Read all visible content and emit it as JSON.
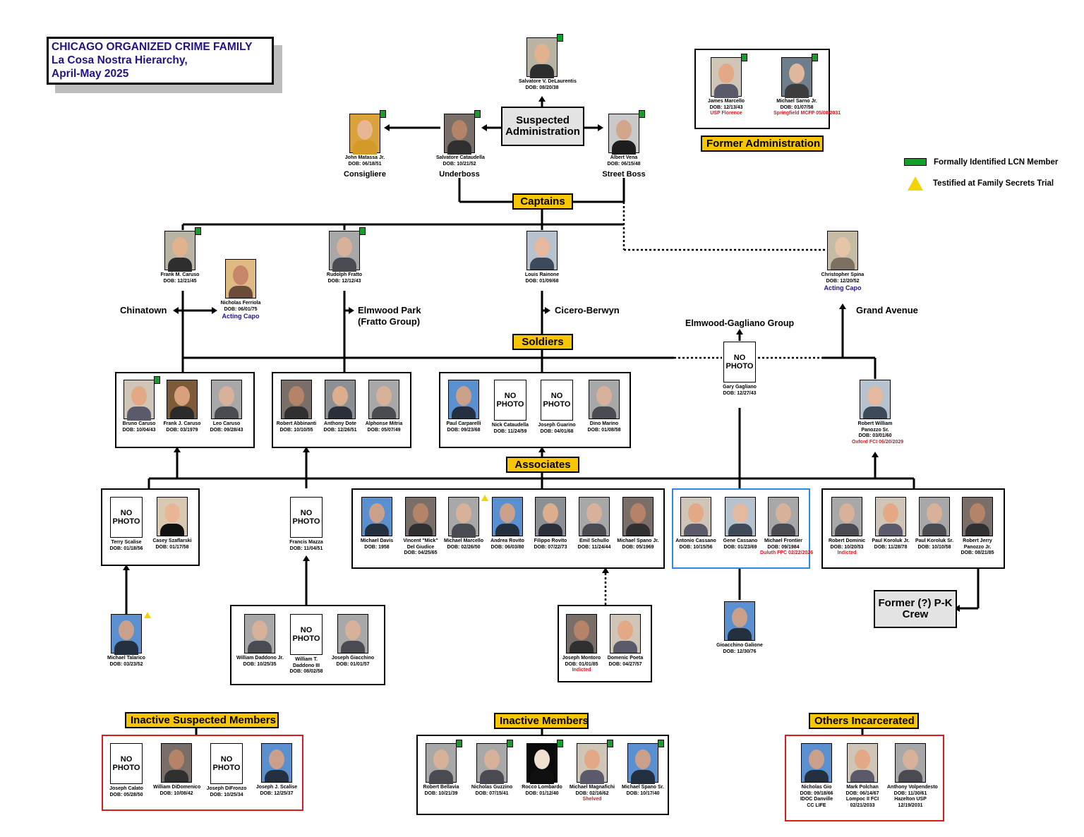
{
  "title": {
    "line1": "CHICAGO ORGANIZED CRIME FAMILY",
    "line2": "La Cosa Nostra Hierarchy,",
    "line3": "April-May 2025"
  },
  "legend": {
    "green_label": "Formally Identified LCN Member",
    "warn_label": "Testified at Family Secrets Trial"
  },
  "headers": {
    "suspected_admin": "Suspected Administration",
    "former_admin": "Former Administration",
    "captains": "Captains",
    "soldiers": "Soldiers",
    "associates": "Associates",
    "inactive_suspected": "Inactive Suspected Members",
    "inactive_members": "Inactive Members",
    "others_incarcerated": "Others Incarcerated",
    "former_pk": "Former (?) P-K Crew",
    "no_photo": "NO PHOTO"
  },
  "crews": {
    "chinatown": "Chinatown",
    "elmwood_park": "Elmwood Park",
    "elmwood_park_sub": "(Fratto Group)",
    "cicero": "Cicero-Berwyn",
    "elmwood_gagliano": "Elmwood-Gagliano Group",
    "grand_avenue": "Grand Avenue"
  },
  "people": {
    "delaurentis": {
      "name": "Salvatore V. DeLaurentis",
      "dob": "DOB: 08/20/38"
    },
    "matassa": {
      "name": "John Matassa Jr.",
      "dob": "DOB: 06/18/51",
      "role": "Consigliere"
    },
    "cataudella": {
      "name": "Salvatore Cataudella",
      "dob": "DOB: 10/21/52",
      "role": "Underboss"
    },
    "vena": {
      "name": "Albert Vena",
      "dob": "DOB: 06/15/48",
      "role": "Street Boss"
    },
    "j_marcello": {
      "name": "James Marcello",
      "dob": "DOB: 12/13/43",
      "note": "USP Florence"
    },
    "sarno": {
      "name": "Michael Sarno Jr.",
      "dob": "DOB: 01/07/58",
      "note": "Springfield MCFP 05/08/2031"
    },
    "fm_caruso": {
      "name": "Frank M. Caruso",
      "dob": "DOB: 12/21/45"
    },
    "ferriola": {
      "name": "Nicholas Ferriola",
      "dob": "DOB: 06/01/75",
      "acting": "Acting Capo"
    },
    "fratto": {
      "name": "Rudolph Fratto",
      "dob": "DOB: 12/12/43"
    },
    "rainone": {
      "name": "Louis Rainone",
      "dob": "DOB: 01/09/68"
    },
    "spina": {
      "name": "Christopher Spina",
      "dob": "DOB: 12/20/52",
      "acting": "Acting Capo"
    },
    "b_caruso": {
      "name": "Bruno Caruso",
      "dob": "DOB: 10/04/43"
    },
    "fj_caruso": {
      "name": "Frank J. Caruso",
      "dob": "DOB: 03/1979"
    },
    "l_caruso": {
      "name": "Leo Caruso",
      "dob": "DOB: 09/28/43"
    },
    "abbinanti": {
      "name": "Robert Abbinanti",
      "dob": "DOB: 10/10/55"
    },
    "dote": {
      "name": "Anthony Dote",
      "dob": "DOB: 12/26/51"
    },
    "mitria": {
      "name": "Alphonse Mitria",
      "dob": "DOB: 05/07/49"
    },
    "carparelli": {
      "name": "Paul Carparelli",
      "dob": "DOB: 09/23/68"
    },
    "n_cataudella": {
      "name": "Nick Cataudella",
      "dob": "DOB: 11/24/59"
    },
    "guarino": {
      "name": "Joseph Guarino",
      "dob": "DOB: 04/01/68"
    },
    "marino": {
      "name": "Dino Marino",
      "dob": "DOB: 01/08/58"
    },
    "gagliano": {
      "name": "Gary Gagliano",
      "dob": "DOB: 12/27/43"
    },
    "panozzo_sr": {
      "name": "Robert William",
      "name2": "Panozzo Sr.",
      "dob": "DOB: 03/01/60",
      "note": "Oxford FCI 06/20/2029"
    },
    "scalise_t": {
      "name": "Terry Scalise",
      "dob": "DOB: 01/18/56"
    },
    "szaflarski": {
      "name": "Casey Szaflarski",
      "dob": "DOB: 01/17/58"
    },
    "mazza": {
      "name": "Francis Mazza",
      "dob": "DOB: 11/04/51"
    },
    "davis": {
      "name": "Michael Davis",
      "dob": "DOB: 1958"
    },
    "del_giudice": {
      "name": "Vincent \"Mick\"",
      "name2": "Del Giudice",
      "dob": "DOB: 04/25/65"
    },
    "m_marcello": {
      "name": "Michael Marcello",
      "dob": "DOB: 02/26/50"
    },
    "a_rovito": {
      "name": "Andrea Rovito",
      "dob": "DOB: 06/03/80"
    },
    "f_rovito": {
      "name": "Filippo Rovito",
      "dob": "DOB: 07/22/73"
    },
    "schullo": {
      "name": "Emil Schullo",
      "dob": "DOB: 11/24/44"
    },
    "spano_jr": {
      "name": "Michael Spano Jr.",
      "dob": "DOB: 05/1969"
    },
    "a_cassano": {
      "name": "Antonio Cassano",
      "dob": "DOB: 10/15/56"
    },
    "g_cassano": {
      "name": "Gene Cassano",
      "dob": "DOB: 01/23/69"
    },
    "frontier": {
      "name": "Michael Frontier",
      "dob": "DOB: 09/1984",
      "note": "Duluth FPC 02/22/2026"
    },
    "dominic": {
      "name": "Robert Dominic",
      "dob": "DOB: 10/20/53",
      "note": "Indicted"
    },
    "koroluk_jr": {
      "name": "Paul Koroluk Jr.",
      "dob": "DOB: 11/28/78"
    },
    "koroluk_sr": {
      "name": "Paul Koroluk Sr.",
      "dob": "DOB: 10/10/58"
    },
    "panozzo_jr": {
      "name": "Robert Jerry",
      "name2": "Panozzo Jr.",
      "dob": "DOB: 08/21/85"
    },
    "talarico": {
      "name": "Michael Talarico",
      "dob": "DOB: 03/23/52"
    },
    "daddono_jr": {
      "name": "William Daddono Jr.",
      "dob": "DOB: 10/25/35"
    },
    "daddono_iii": {
      "name": "William T.",
      "name2": "Daddono III",
      "dob": "DOB: 08/02/58"
    },
    "giacchino": {
      "name": "Joseph Giacchino",
      "dob": "DOB: 01/01/57"
    },
    "montoro": {
      "name": "Joseph Montoro",
      "dob": "DOB: 01/01/85",
      "note": "Indicted"
    },
    "poeta": {
      "name": "Domenic Poeta",
      "dob": "DOB: 04/27/57"
    },
    "galione": {
      "name": "Gioacchino Galione",
      "dob": "DOB: 12/30/76"
    },
    "calato": {
      "name": "Joseph Calato",
      "dob": "DOB: 05/28/50"
    },
    "didomenico": {
      "name": "William DiDomenico",
      "dob": "DOB: 10/08/42"
    },
    "difronzo": {
      "name": "Joseph DiFronzo",
      "dob": "DOB: 10/25/34"
    },
    "scalise_j": {
      "name": "Joseph J. Scalise",
      "dob": "DOB: 12/25/37"
    },
    "bellavia": {
      "name": "Robert Bellavia",
      "dob": "DOB: 10/21/39"
    },
    "guzzino": {
      "name": "Nicholas Guzzino",
      "dob": "DOB: 07/15/41"
    },
    "lombardo": {
      "name": "Rocco Lombardo",
      "dob": "DOB: 01/12/40"
    },
    "magnafichi": {
      "name": "Michael Magnafichi",
      "dob": "DOB: 02/16/62",
      "note": "Shelved"
    },
    "spano_sr": {
      "name": "Michael Spano Sr.",
      "dob": "DOB: 10/17/40"
    },
    "gio": {
      "name": "Nicholas Gio",
      "dob": "DOB: 09/18/66",
      "extra1": "IDOC Danville",
      "extra2": "CC LIFE"
    },
    "polchan": {
      "name": "Mark Polchan",
      "dob": "DOB: 06/14/67",
      "extra1": "Lompoc II FCI",
      "extra2": "02/21/2033"
    },
    "volpendesto": {
      "name": "Anthony Volpendesto",
      "dob": "DOB: 11/30/61",
      "extra1": "Hazelton USP",
      "extra2": "12/19/2031"
    }
  },
  "colors": {
    "accent_yellow": "#f7c600",
    "member_green": "#11a12a",
    "note_red": "#e0141e",
    "title_navy": "#1f1486",
    "border_red": "#d81b1b",
    "border_blue": "#2a8be0"
  }
}
